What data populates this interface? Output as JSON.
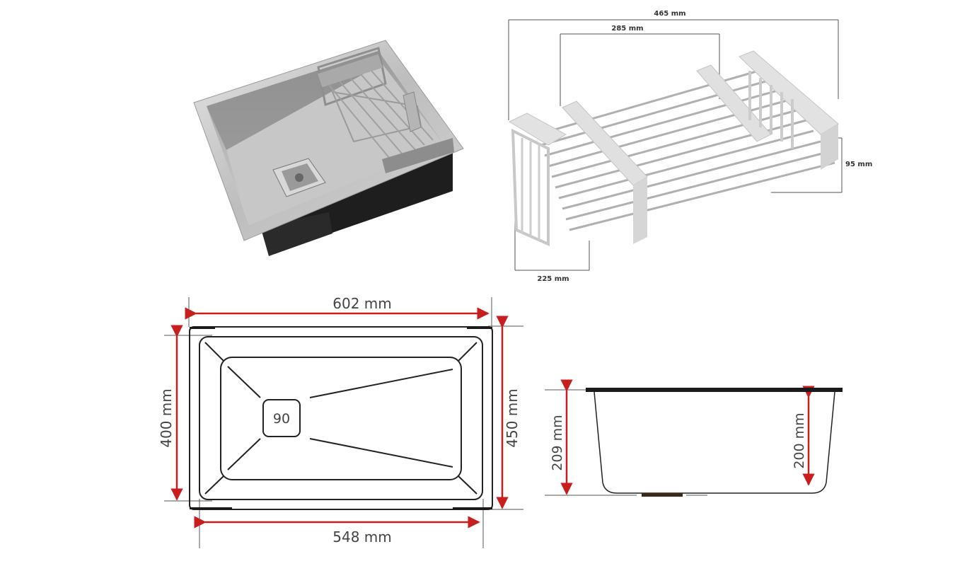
{
  "colors": {
    "dimension_red": "#c81e1e",
    "steel": "#b9b9b9",
    "tray_gray": "#d9d9d9",
    "outline": "#222222"
  },
  "rack_dimensions": {
    "length_extended": "465 mm",
    "length_collapsed": "285 mm",
    "height": "95 mm",
    "width": "225 mm"
  },
  "top_view": {
    "outer_width": "602 mm",
    "inner_width": "548 mm",
    "inner_depth": "400 mm",
    "outer_depth": "450 mm",
    "drain_size": "90"
  },
  "side_view": {
    "total_height": "209 mm",
    "bowl_depth": "200 mm"
  }
}
